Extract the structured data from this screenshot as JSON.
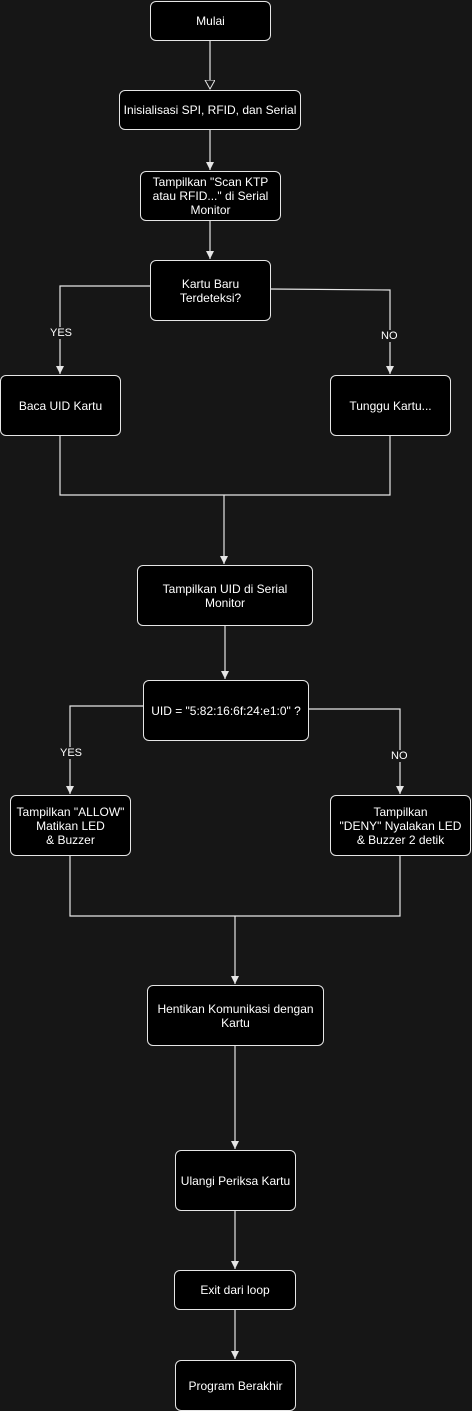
{
  "nodes": {
    "start": "Mulai",
    "init": "Inisialisasi SPI, RFID, dan Serial",
    "show_scan": "Tampilkan \"Scan KTP\natau RFID...\"    di Serial\nMonitor",
    "card_detected": "Kartu Baru\nTerdeteksi?",
    "read_uid": "Baca UID Kartu",
    "wait_card": "Tunggu Kartu...",
    "show_uid": "Tampilkan UID di Serial Monitor",
    "uid_check": "UID = \"5:82:16:6f:24:e1:0\" ?",
    "allow": "Tampilkan \"ALLOW\"\nMatikan LED\n& Buzzer",
    "deny": "Tampilkan\n\"DENY\" Nyalakan LED\n& Buzzer 2 detik",
    "stop_comm": "Hentikan Komunikasi dengan\nKartu",
    "repeat": "Ulangi Periksa Kartu",
    "exit_loop": "Exit dari loop",
    "end": "Program Berakhir"
  },
  "edge_labels": {
    "card_yes": "YES",
    "card_no": "NO",
    "uid_yes": "YES",
    "uid_no": "NO"
  },
  "colors": {
    "background": "#161616",
    "node_fill": "#000000",
    "stroke": "#e6e6e6",
    "text": "#ffffff"
  }
}
